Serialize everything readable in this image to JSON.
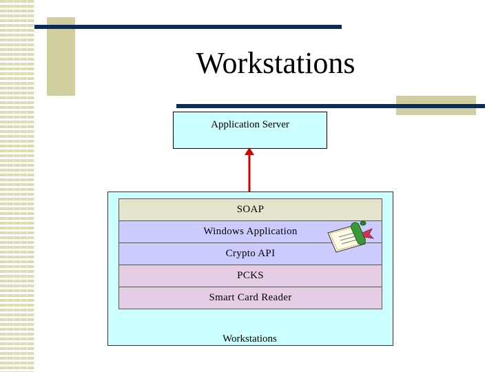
{
  "slide": {
    "title": "Workstations"
  },
  "diagram": {
    "server": {
      "label": "Application Server",
      "color": "#ccffff"
    },
    "connector": {
      "style": "double-headed-arrow",
      "color": "#cc0000"
    },
    "workstation": {
      "label": "Workstations",
      "color": "#ccffff",
      "layers": [
        {
          "label": "SOAP",
          "color": "#e6e3cc"
        },
        {
          "label": "Windows Application",
          "color": "#cccbff"
        },
        {
          "label": "Crypto API",
          "color": "#cccbff"
        },
        {
          "label": "PCKS",
          "color": "#e6cde6"
        },
        {
          "label": "Smart Card Reader",
          "color": "#e6cde6"
        }
      ],
      "icon": "certificate-scroll-icon"
    }
  },
  "theme": {
    "accent_navy": "#0c2a5a",
    "accent_khaki": "#cfcf9f"
  }
}
